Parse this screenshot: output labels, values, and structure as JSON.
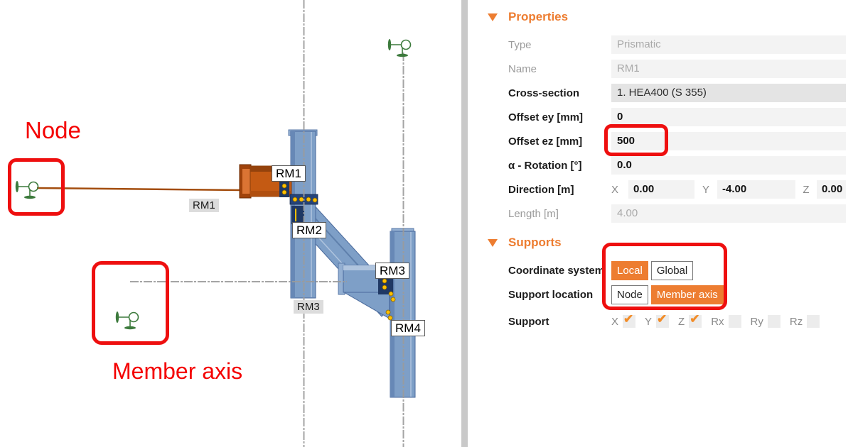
{
  "viewport": {
    "annotations": {
      "node": "Node",
      "member_axis": "Member axis"
    },
    "member_labels": {
      "rm1": "RM1",
      "rm2": "RM2",
      "rm3": "RM3",
      "rm4": "RM4"
    }
  },
  "properties": {
    "title": "Properties",
    "type": {
      "label": "Type",
      "value": "Prismatic"
    },
    "name": {
      "label": "Name",
      "value": "RM1"
    },
    "cross_section": {
      "label": "Cross-section",
      "value": "1. HEA400 (S 355)"
    },
    "offset_ey": {
      "label": "Offset ey [mm]",
      "value": "0"
    },
    "offset_ez": {
      "label": "Offset ez [mm]",
      "value": "500"
    },
    "rotation": {
      "label": "α - Rotation [°]",
      "value": "0.0"
    },
    "direction": {
      "label": "Direction [m]",
      "x_label": "X",
      "x": "0.00",
      "y_label": "Y",
      "y": "-4.00",
      "z_label": "Z",
      "z": "0.00"
    },
    "length": {
      "label": "Length [m]",
      "value": "4.00"
    }
  },
  "supports": {
    "title": "Supports",
    "coordinate_system": {
      "label": "Coordinate system",
      "options": [
        {
          "label": "Local",
          "selected": true
        },
        {
          "label": "Global",
          "selected": false
        }
      ]
    },
    "support_location": {
      "label": "Support location",
      "options": [
        {
          "label": "Node",
          "selected": false
        },
        {
          "label": "Member axis",
          "selected": true
        }
      ]
    },
    "support": {
      "label": "Support",
      "check_glyph": "✔",
      "axes": [
        {
          "label": "X",
          "checked": true
        },
        {
          "label": "Y",
          "checked": true
        },
        {
          "label": "Z",
          "checked": true
        },
        {
          "label": "Rx",
          "checked": false
        },
        {
          "label": "Ry",
          "checked": false
        },
        {
          "label": "Rz",
          "checked": false
        }
      ]
    }
  },
  "colors": {
    "accent_orange": "#ed7d31",
    "annotation_red": "#ee0f0f",
    "member_blue": "#7e9fc7",
    "selected_member_orange": "#c45a13",
    "support_green": "#3c7a3c",
    "bolt_yellow": "#ffc000",
    "plate_navy": "#1f3864"
  }
}
